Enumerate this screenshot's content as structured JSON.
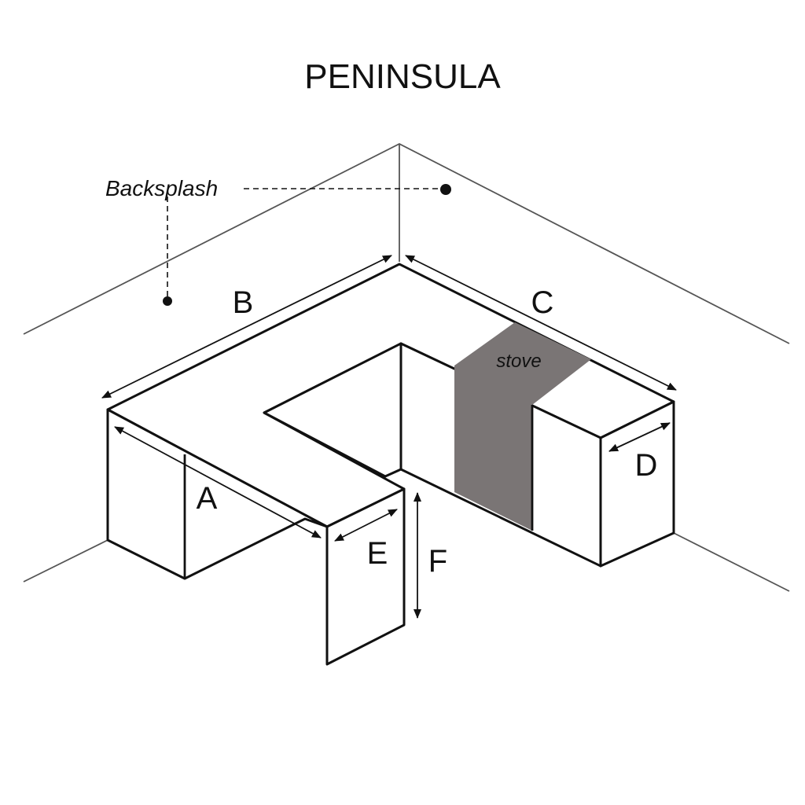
{
  "diagram": {
    "title": "PENINSULA",
    "labels": {
      "backsplash": "Backsplash",
      "stove": "stove",
      "a": "A",
      "b": "B",
      "c": "C",
      "d": "D",
      "e": "E",
      "f": "F"
    },
    "colors": {
      "stove": "#7a7575",
      "outline": "#111111",
      "wall": "#555555"
    }
  }
}
